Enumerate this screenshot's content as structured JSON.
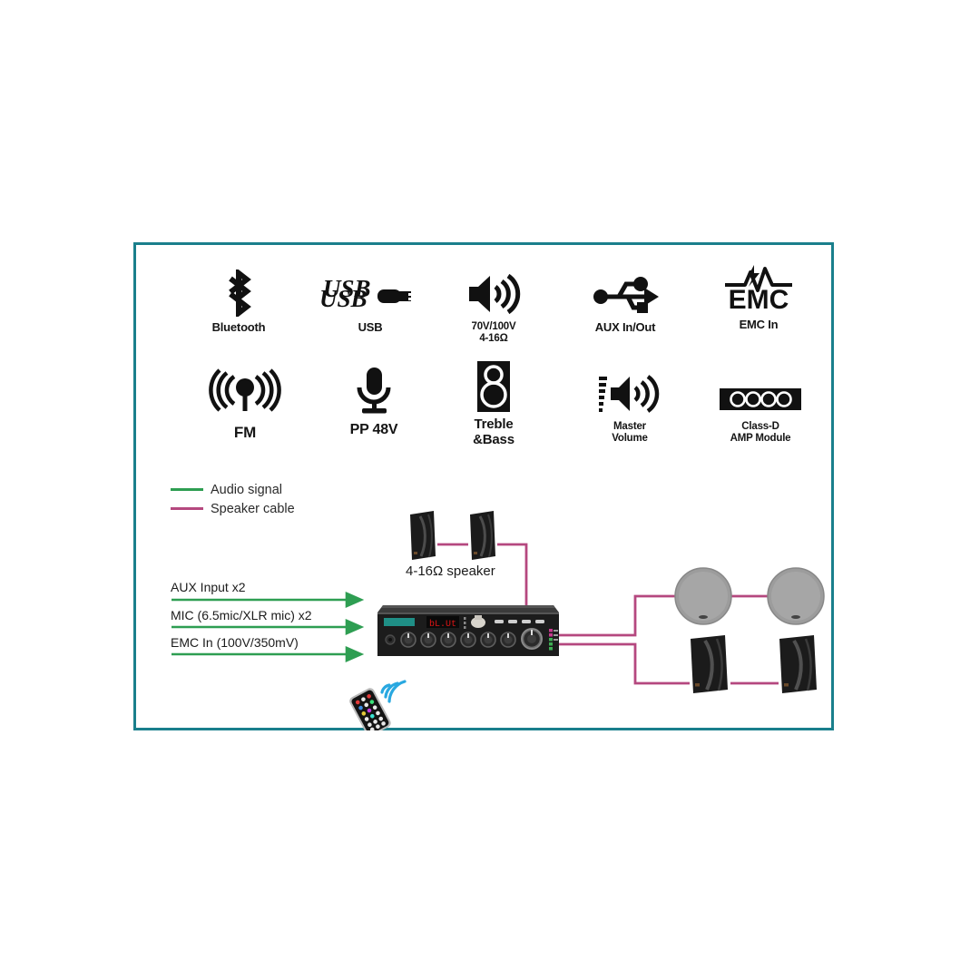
{
  "diagram": {
    "border_color": "#1a7f8c",
    "background": "#ffffff"
  },
  "features": [
    {
      "icon": "bluetooth-icon",
      "label": "Bluetooth"
    },
    {
      "icon": "usb-icon",
      "label": "USB"
    },
    {
      "icon": "speaker-waves-icon",
      "label": "70V/100V\n4-16Ω",
      "line1": "70V/100V",
      "line2": "4-16Ω"
    },
    {
      "icon": "aux-inout-icon",
      "label": "AUX In/Out"
    },
    {
      "icon": "emc-icon",
      "label": "EMC In"
    },
    {
      "icon": "fm-antenna-icon",
      "label": "FM"
    },
    {
      "icon": "microphone-icon",
      "label": "PP 48V"
    },
    {
      "icon": "treble-bass-icon",
      "label": "Treble\n&Bass",
      "line1": "Treble",
      "line2": "&Bass"
    },
    {
      "icon": "master-volume-icon",
      "label": "Master\nVolume",
      "line1": "Master",
      "line2": "Volume"
    },
    {
      "icon": "class-d-amp-icon",
      "label": "Class-D\nAMP Module",
      "line1": "Class-D",
      "line2": "AMP Module"
    }
  ],
  "legend": {
    "items": [
      {
        "label": "Audio signal",
        "color": "#2e9e52"
      },
      {
        "label": "Speaker cable",
        "color": "#b5487f"
      }
    ]
  },
  "inputs": [
    {
      "label": "AUX Input x2"
    },
    {
      "label": "MIC (6.5mic/XLR mic) x2"
    },
    {
      "label": "EMC In (100V/350mV)"
    }
  ],
  "speakers": {
    "wall_pair_caption": "4-16Ω speaker",
    "left_pair": [
      {
        "name": "wall-speaker",
        "type": "wall"
      },
      {
        "name": "wall-speaker",
        "type": "wall"
      }
    ],
    "right_ceiling": [
      {
        "name": "ceiling-speaker",
        "type": "ceiling"
      },
      {
        "name": "ceiling-speaker",
        "type": "ceiling"
      }
    ],
    "right_wall": [
      {
        "name": "wall-speaker",
        "type": "wall"
      },
      {
        "name": "wall-speaker",
        "type": "wall"
      }
    ]
  },
  "amplifier": {
    "name": "mixer-amplifier",
    "display_value": "bL.Ut",
    "display_color": "#e01515",
    "brand_badge_color": "#1f8f86",
    "knob_count": 6,
    "button_count": 4,
    "led_indicators": [
      "#c83a8f",
      "#c83a8f",
      "#3fae54",
      "#3fae54",
      "#3fae54"
    ]
  },
  "remote": {
    "name": "ir-remote-control",
    "signal_color": "#29a8e0",
    "button_colors": [
      "#e23a3a",
      "#e8e8e8",
      "#3a8ae2",
      "#e2c93a",
      "#3ae27a"
    ]
  }
}
